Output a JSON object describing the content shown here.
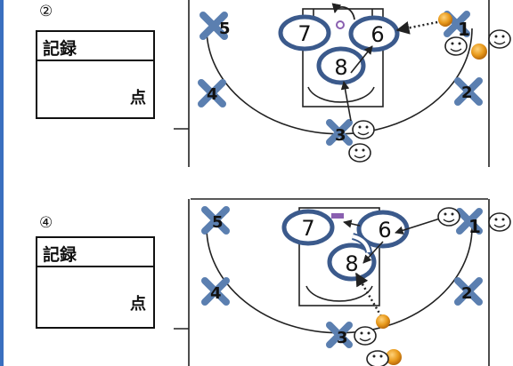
{
  "panels": [
    {
      "number": "②",
      "record_label": "記録",
      "unit_label": "点",
      "defenders": [
        "5",
        "4",
        "2",
        "1",
        "3"
      ],
      "offense": [
        "7",
        "6",
        "8"
      ],
      "balls": 2,
      "smileys": 4
    },
    {
      "number": "④",
      "record_label": "記録",
      "unit_label": "点",
      "defenders": [
        "5",
        "4",
        "2",
        "1",
        "3"
      ],
      "offense": [
        "7",
        "6",
        "8"
      ],
      "balls": 2,
      "smileys": 4
    }
  ],
  "colors": {
    "player_ring": "#3b5a8c",
    "defender_x": "#5b7fb0",
    "ball": "#e89a1c",
    "court_line": "#222222",
    "frame": "#3a6fbf"
  }
}
